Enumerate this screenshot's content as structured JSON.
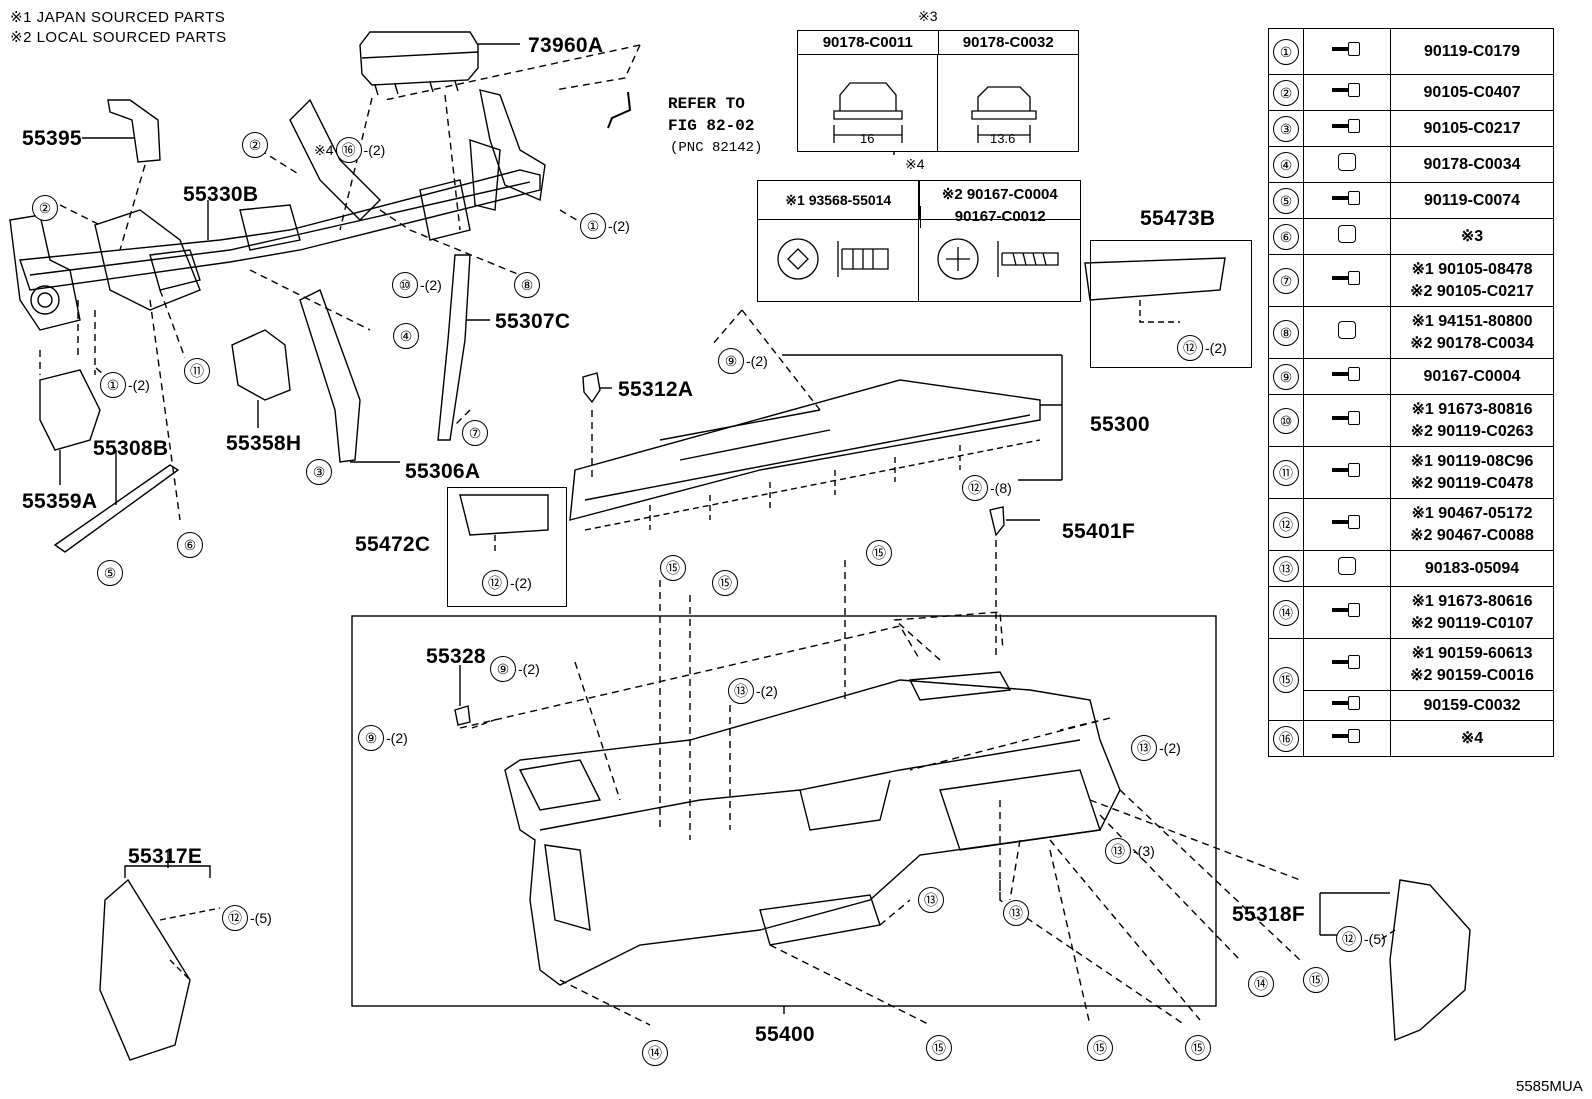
{
  "notes": {
    "note1": "※1 JAPAN SOURCED PARTS",
    "note2": "※2 LOCAL SOURCED PARTS"
  },
  "box3": {
    "mark": "※3",
    "col1": "90178-C0011",
    "col2": "90178-C0032",
    "dim1": "16",
    "dim2": "13.6"
  },
  "box4": {
    "mark": "※4",
    "left_head": "※1 93568-55014",
    "right_head1": "※2 90167-C0004",
    "right_head2": "90167-C0012"
  },
  "refer": {
    "line1": "REFER TO",
    "line2": "FIG 82-02",
    "line3": "(PNC 82142)"
  },
  "parts": {
    "p73960A": "73960A",
    "p55395": "55395",
    "p55330B": "55330B",
    "p55307C": "55307C",
    "p55358H": "55358H",
    "p55308B": "55308B",
    "p55359A": "55359A",
    "p55306A": "55306A",
    "p55312A": "55312A",
    "p55300": "55300",
    "p55473B": "55473B",
    "p55472C": "55472C",
    "p55401F": "55401F",
    "p55328": "55328",
    "p55317E": "55317E",
    "p55318F": "55318F",
    "p55400": "55400"
  },
  "diagram_id": "5585MUA",
  "fastener_table": [
    {
      "no": "①",
      "parts": [
        "90119-C0179"
      ]
    },
    {
      "no": "②",
      "parts": [
        "90105-C0407"
      ]
    },
    {
      "no": "③",
      "parts": [
        "90105-C0217"
      ]
    },
    {
      "no": "④",
      "parts": [
        "90178-C0034"
      ]
    },
    {
      "no": "⑤",
      "parts": [
        "90119-C0074"
      ]
    },
    {
      "no": "⑥",
      "parts": [
        "※3"
      ]
    },
    {
      "no": "⑦",
      "parts": [
        "※1 90105-08478",
        "※2 90105-C0217"
      ]
    },
    {
      "no": "⑧",
      "parts": [
        "※1 94151-80800",
        "※2 90178-C0034"
      ]
    },
    {
      "no": "⑨",
      "parts": [
        "90167-C0004"
      ]
    },
    {
      "no": "⑩",
      "parts": [
        "※1 91673-80816",
        "※2 90119-C0263"
      ]
    },
    {
      "no": "⑪",
      "parts": [
        "※1 90119-08C96",
        "※2 90119-C0478"
      ]
    },
    {
      "no": "⑫",
      "parts": [
        "※1 90467-05172",
        "※2 90467-C0088"
      ]
    },
    {
      "no": "⑬",
      "parts": [
        "90183-05094"
      ]
    },
    {
      "no": "⑭",
      "parts": [
        "※1 91673-80616",
        "※2 90119-C0107"
      ]
    },
    {
      "no": "⑮",
      "parts": [
        "※1 90159-60613",
        "※2 90159-C0016"
      ]
    },
    {
      "no": "",
      "parts": [
        "90159-C0032"
      ]
    },
    {
      "no": "⑯",
      "parts": [
        "※4"
      ]
    }
  ],
  "refs": [
    {
      "n": "②",
      "q": ""
    },
    {
      "n": "②",
      "q": ""
    },
    {
      "n": "⑯",
      "q": "-(2)",
      "pre": "※4"
    },
    {
      "n": "①",
      "q": "-(2)"
    },
    {
      "n": "⑩",
      "q": "-(2)"
    },
    {
      "n": "⑧",
      "q": ""
    },
    {
      "n": "④",
      "q": ""
    },
    {
      "n": "①",
      "q": "-(2)"
    },
    {
      "n": "⑪",
      "q": ""
    },
    {
      "n": "⑦",
      "q": ""
    },
    {
      "n": "③",
      "q": ""
    },
    {
      "n": "⑥",
      "q": ""
    },
    {
      "n": "⑤",
      "q": ""
    },
    {
      "n": "⑨",
      "q": "-(2)"
    },
    {
      "n": "⑫",
      "q": "-(8)"
    },
    {
      "n": "⑫",
      "q": "-(2)"
    },
    {
      "n": "⑫",
      "q": "-(2)"
    },
    {
      "n": "⑮",
      "q": ""
    },
    {
      "n": "⑮",
      "q": ""
    },
    {
      "n": "⑮",
      "q": ""
    },
    {
      "n": "⑨",
      "q": "-(2)"
    },
    {
      "n": "⑨",
      "q": "-(2)"
    },
    {
      "n": "⑬",
      "q": "-(2)"
    },
    {
      "n": "⑬",
      "q": "-(2)"
    },
    {
      "n": "⑬",
      "q": "-(3)"
    },
    {
      "n": "⑬",
      "q": ""
    },
    {
      "n": "⑬",
      "q": ""
    },
    {
      "n": "⑫",
      "q": "-(5)"
    },
    {
      "n": "⑫",
      "q": "-(5)"
    },
    {
      "n": "⑭",
      "q": ""
    },
    {
      "n": "⑭",
      "q": ""
    },
    {
      "n": "⑮",
      "q": ""
    },
    {
      "n": "⑮",
      "q": ""
    },
    {
      "n": "⑮",
      "q": ""
    },
    {
      "n": "⑮",
      "q": ""
    }
  ]
}
